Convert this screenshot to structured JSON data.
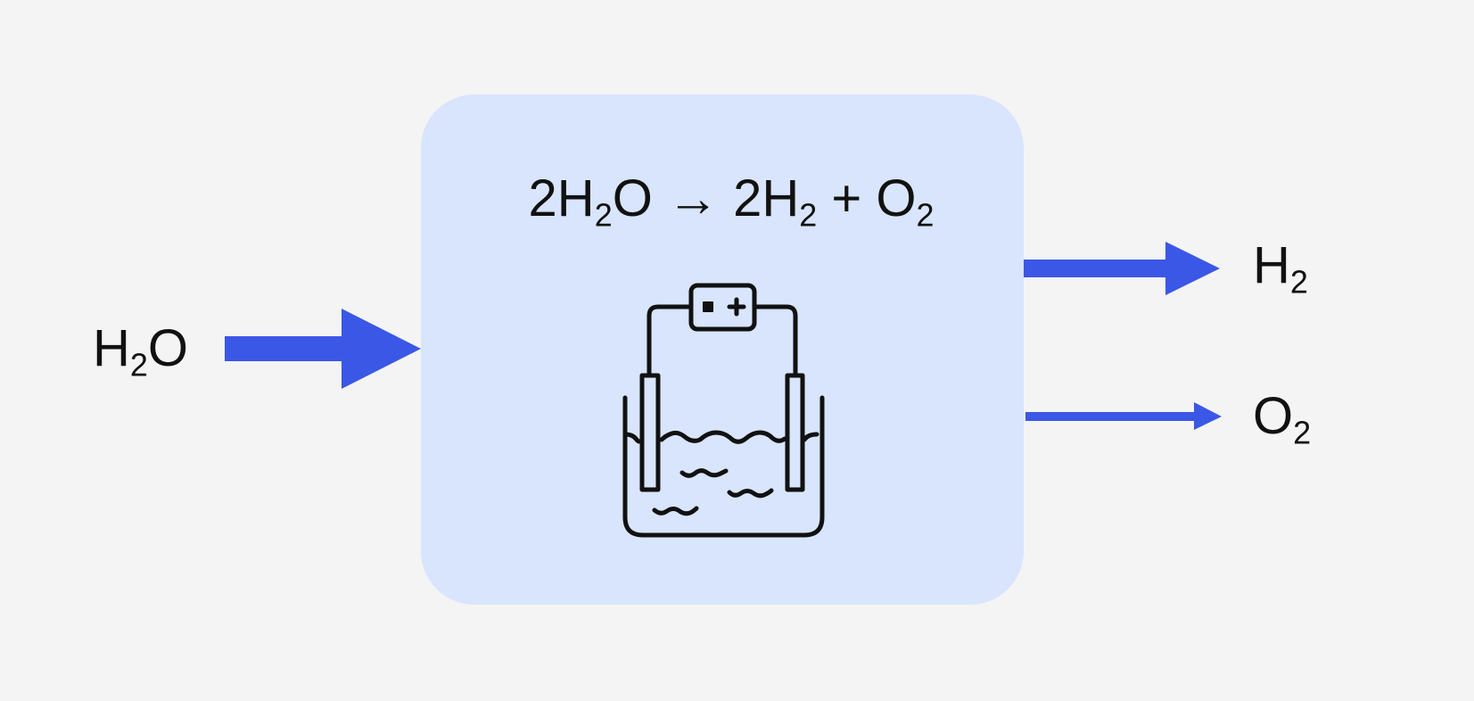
{
  "colors": {
    "background": "#f4f4f4",
    "process_box": "#d8e5fc",
    "arrow": "#3b57e6",
    "ink": "#111111"
  },
  "process": {
    "reaction": {
      "lhs_coef": "2",
      "lhs_el1": "H",
      "lhs_sub": "2",
      "lhs_el2": "O",
      "arrow_symbol": "→",
      "rhs1_coef": "2",
      "rhs1_el": "H",
      "rhs1_sub": "2",
      "plus": "+",
      "rhs2_el": "O",
      "rhs2_sub": "2"
    },
    "icon": "electrolysis-cell-icon"
  },
  "input": {
    "species": {
      "el1": "H",
      "sub": "2",
      "el2": "O"
    }
  },
  "outputs": [
    {
      "el": "H",
      "sub": "2"
    },
    {
      "el": "O",
      "sub": "2"
    }
  ]
}
